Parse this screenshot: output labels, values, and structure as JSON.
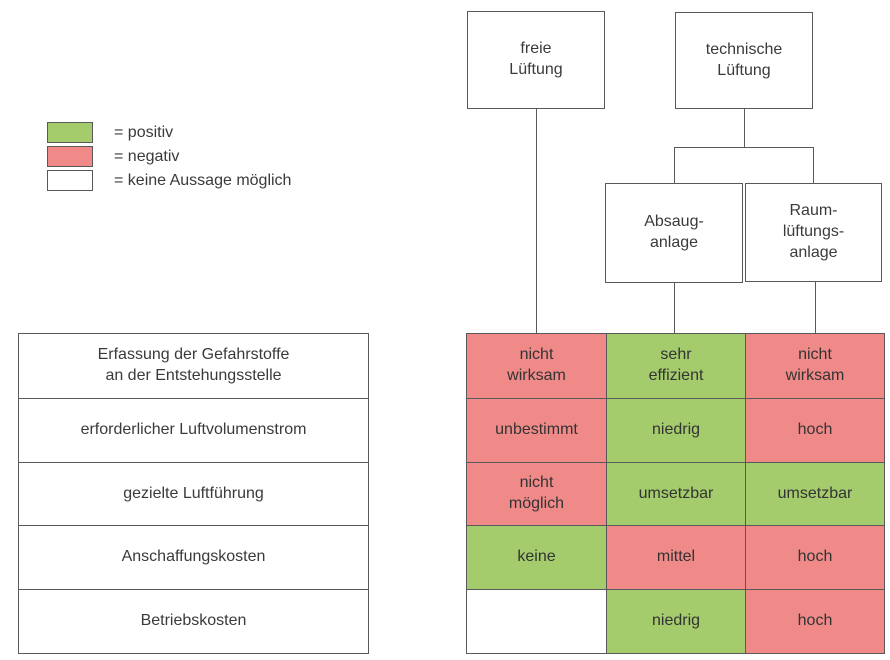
{
  "colors": {
    "positive": "#a4cb6c",
    "negative": "#f08a89",
    "no_statement": "#ffffff",
    "border": "#595959",
    "text": "#3a3a3a"
  },
  "legend": {
    "items": [
      {
        "label": "= positiv",
        "bg": "#a4cb6c"
      },
      {
        "label": "= negativ",
        "bg": "#f08a89"
      },
      {
        "label": "= keine Aussage möglich",
        "bg": "#ffffff"
      }
    ]
  },
  "tree": {
    "freie_lueftung": {
      "label": "freie\nLüftung"
    },
    "technische_lueftung": {
      "label": "technische\nLüftung"
    },
    "absauganlage": {
      "label": "Absaug-\nanlage"
    },
    "raumlueftungsanlage": {
      "label": "Raum-\nlüftungs-\nanlage"
    }
  },
  "criteria": {
    "rows": [
      "Erfassung der Gefahrstoffe\nan der Entstehungsstelle",
      "erforderlicher Luftvolumenstrom",
      "gezielte Luftführung",
      "Anschaffungskosten",
      "Betriebskosten"
    ]
  },
  "matrix": {
    "rows": [
      {
        "cells": [
          {
            "label": "nicht\nwirksam",
            "status": "negative",
            "bg": "#f08a89"
          },
          {
            "label": "sehr\neffizient",
            "status": "positive",
            "bg": "#a4cb6c"
          },
          {
            "label": "nicht\nwirksam",
            "status": "negative",
            "bg": "#f08a89"
          }
        ]
      },
      {
        "cells": [
          {
            "label": "unbestimmt",
            "status": "negative",
            "bg": "#f08a89"
          },
          {
            "label": "niedrig",
            "status": "positive",
            "bg": "#a4cb6c"
          },
          {
            "label": "hoch",
            "status": "negative",
            "bg": "#f08a89"
          }
        ]
      },
      {
        "cells": [
          {
            "label": "nicht\nmöglich",
            "status": "negative",
            "bg": "#f08a89"
          },
          {
            "label": "umsetzbar",
            "status": "positive",
            "bg": "#a4cb6c"
          },
          {
            "label": "umsetzbar",
            "status": "positive",
            "bg": "#a4cb6c"
          }
        ]
      },
      {
        "cells": [
          {
            "label": "keine",
            "status": "positive",
            "bg": "#a4cb6c"
          },
          {
            "label": "mittel",
            "status": "negative",
            "bg": "#f08a89"
          },
          {
            "label": "hoch",
            "status": "negative",
            "bg": "#f08a89"
          }
        ]
      },
      {
        "cells": [
          {
            "label": "",
            "status": "no_statement",
            "bg": "#ffffff"
          },
          {
            "label": "niedrig",
            "status": "positive",
            "bg": "#a4cb6c"
          },
          {
            "label": "hoch",
            "status": "negative",
            "bg": "#f08a89"
          }
        ]
      }
    ]
  }
}
